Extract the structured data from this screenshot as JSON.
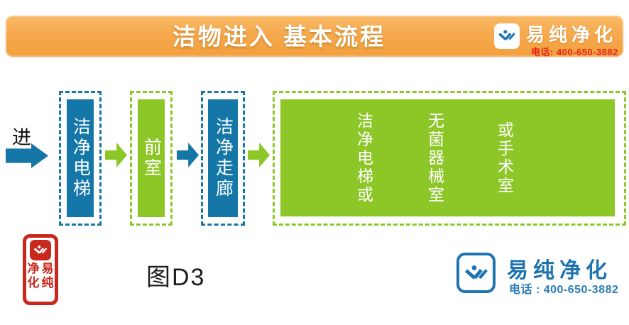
{
  "header": {
    "title": "洁物进入 基本流程",
    "brand": {
      "name": "易纯净化",
      "phone_line": "电话: 400-650-3882"
    }
  },
  "flow": {
    "entry_label": "进",
    "nodes": [
      {
        "label": "洁净电梯",
        "color": "blue"
      },
      {
        "label": "前室",
        "color": "green"
      },
      {
        "label": "洁净走廊",
        "color": "blue"
      }
    ],
    "destination": {
      "color": "green",
      "labels": [
        "洁净电梯或",
        "无菌器械室",
        "或手术室"
      ]
    },
    "arrows": [
      {
        "name": "entry-arrow",
        "color": "blue"
      },
      {
        "name": "arrow-1",
        "color": "green"
      },
      {
        "name": "arrow-2",
        "color": "blue"
      },
      {
        "name": "arrow-3",
        "color": "green"
      }
    ]
  },
  "footer": {
    "figure_label": "图D3",
    "seal_chars": [
      "净",
      "易",
      "化",
      "纯"
    ],
    "brand": {
      "name": "易纯净化",
      "phone_line": "电话 : 400-650-3882"
    }
  },
  "colors": {
    "orange": "#F6A94D",
    "blue": "#1577A8",
    "green": "#8DC627",
    "phone_red": "#E8251C",
    "seal_red": "#C8281E",
    "brand_blue": "#1E74B0"
  }
}
